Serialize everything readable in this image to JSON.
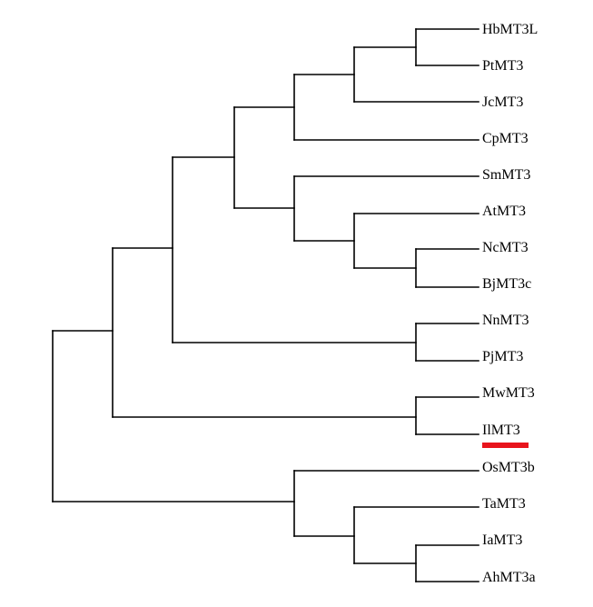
{
  "tree": {
    "leaves": [
      {
        "label": "HbMT3L",
        "highlight": false
      },
      {
        "label": "PtMT3",
        "highlight": false
      },
      {
        "label": "JcMT3",
        "highlight": false
      },
      {
        "label": "CpMT3",
        "highlight": false
      },
      {
        "label": "SmMT3",
        "highlight": false
      },
      {
        "label": "AtMT3",
        "highlight": false
      },
      {
        "label": "NcMT3",
        "highlight": false
      },
      {
        "label": "BjMT3c",
        "highlight": false
      },
      {
        "label": "NnMT3",
        "highlight": false
      },
      {
        "label": "PjMT3",
        "highlight": false
      },
      {
        "label": "MwMT3",
        "highlight": false
      },
      {
        "label": "IlMT3",
        "highlight": true
      },
      {
        "label": "OsMT3b",
        "highlight": false
      },
      {
        "label": "TaMT3",
        "highlight": false
      },
      {
        "label": "IaMT3",
        "highlight": false
      },
      {
        "label": "AhMT3a",
        "highlight": false
      }
    ],
    "highlight_color": "#e8141c",
    "line_color": "#000000"
  }
}
